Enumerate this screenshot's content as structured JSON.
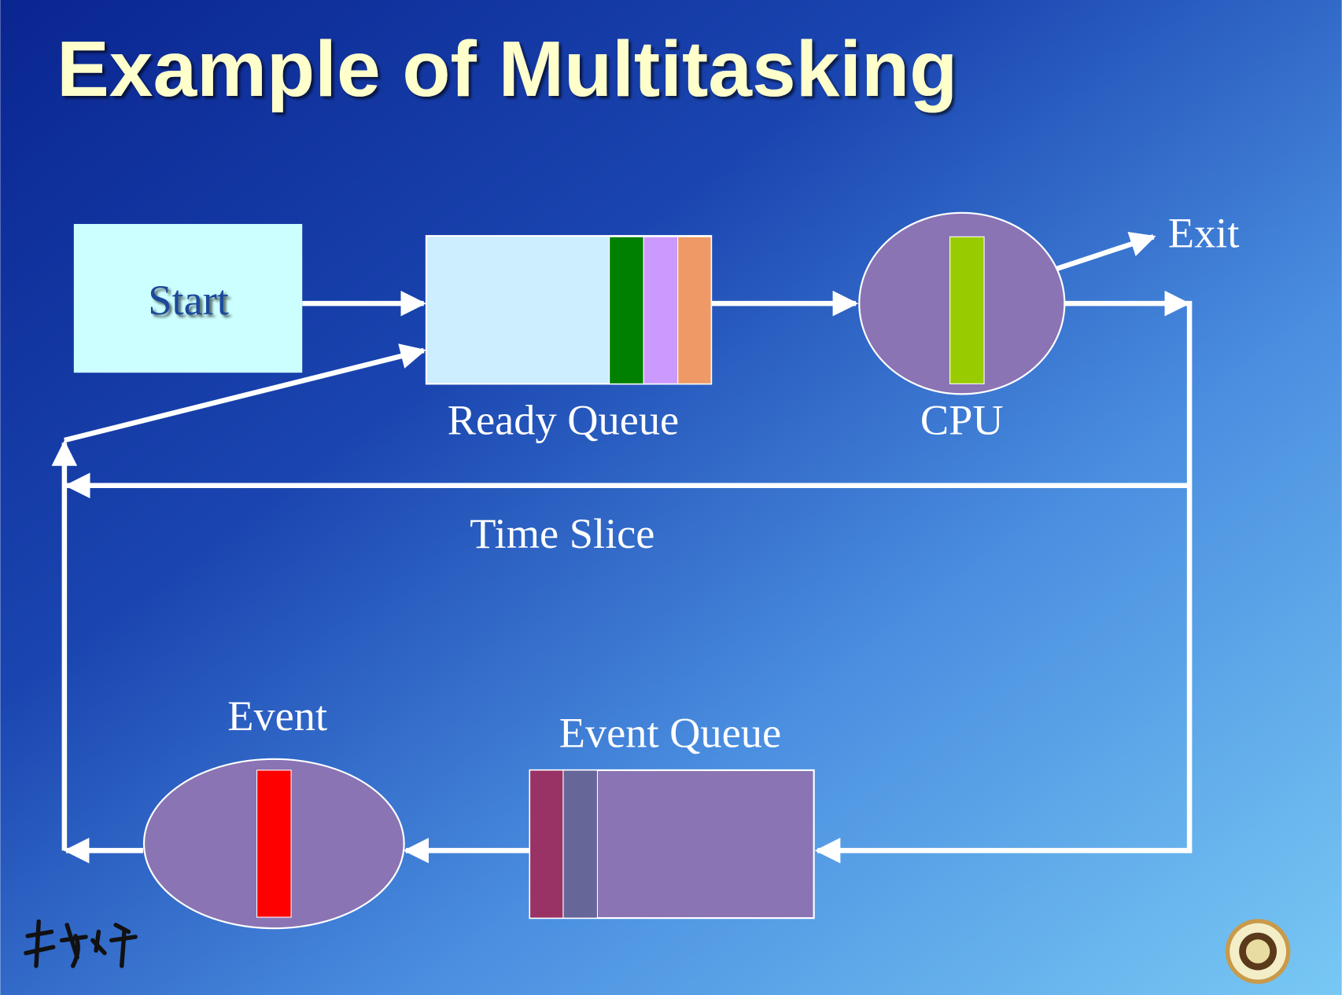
{
  "slide": {
    "title": "Example of Multitasking",
    "colors": {
      "title": "#ffffcc",
      "start_box": "#ccffff",
      "ready_queue": "#cceeff",
      "oval": "#8a74b4",
      "arrow": "#ffffff"
    }
  },
  "diagram": {
    "start": "Start",
    "ready_queue": "Ready Queue",
    "cpu": "CPU",
    "exit": "Exit",
    "time_slice": "Time Slice",
    "event": "Event",
    "event_queue": "Event Queue",
    "ready_queue_tasks": [
      "#008000",
      "#cc99ff",
      "#ee9966"
    ],
    "cpu_task": "#99cc00",
    "event_queue_tasks": [
      "#993366",
      "#666699"
    ],
    "event_task": "#ff0000"
  },
  "logos": {
    "left": "臺灣大學",
    "right": "university-seal"
  }
}
